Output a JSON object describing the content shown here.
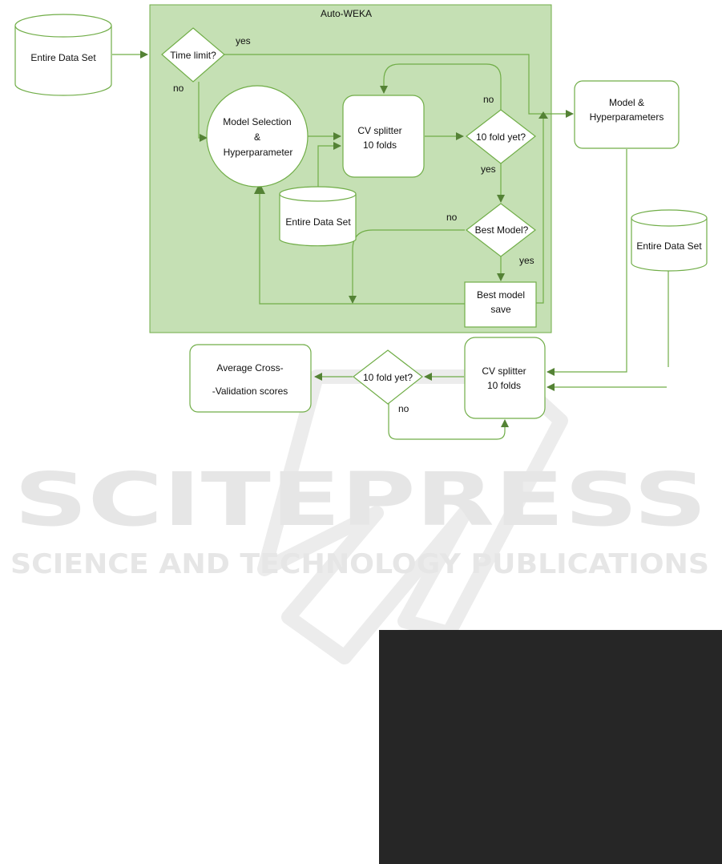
{
  "panel": {
    "title": "Auto-WEKA"
  },
  "nodes": {
    "data_left": "Entire Data Set",
    "time_limit": "Time limit?",
    "model_sel_1": "Model Selection",
    "model_sel_2": "&",
    "model_sel_3": "Hyperparameter",
    "cv_inner_1": "CV splitter",
    "cv_inner_2": "10 folds",
    "data_inner": "Entire Data Set",
    "fold_inner": "10 fold yet?",
    "best_model": "Best Model?",
    "best_save_1": "Best model",
    "best_save_2": "save",
    "model_hyp_1": "Model &",
    "model_hyp_2": "Hyperparameters",
    "data_right": "Entire Data Set",
    "cv_outer_1": "CV splitter",
    "cv_outer_2": "10 folds",
    "fold_outer": "10 fold yet?",
    "avg_1": "Average Cross-",
    "avg_2": "-Validation scores"
  },
  "edges": {
    "yes_time": "yes",
    "no_time": "no",
    "no_fold_inner": "no",
    "yes_fold_inner": "yes",
    "no_best": "no",
    "yes_best": "yes",
    "no_fold_outer": "no"
  },
  "watermark": {
    "brand": "SCITEPRESS",
    "tagline": "SCIENCE AND TECHNOLOGY PUBLICATIONS"
  },
  "colors": {
    "panel_fill": "#c5e0b4",
    "line": "#70ad47",
    "arrow": "#548235",
    "watermark": "#e6e6e6",
    "dark_box": "#262626"
  }
}
